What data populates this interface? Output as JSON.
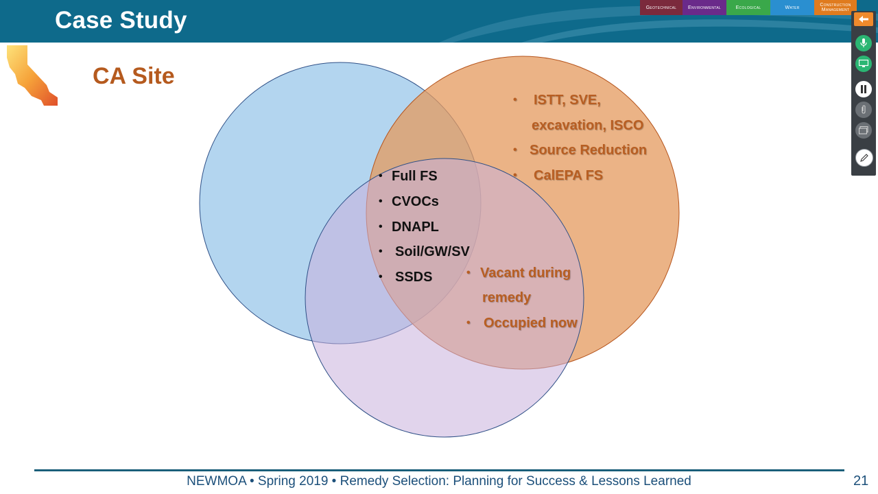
{
  "header": {
    "title": "Case Study",
    "categories": [
      {
        "label": "Geotechnical",
        "color": "#7b2a3c"
      },
      {
        "label": "Environmental",
        "color": "#6a2a8a"
      },
      {
        "label": "Ecological",
        "color": "#3aa84a"
      },
      {
        "label": "Water",
        "color": "#2a8fd0"
      },
      {
        "label": "Construction Management",
        "color": "#e07b1e"
      }
    ]
  },
  "slide": {
    "subtitle": "CA Site",
    "center_bullets": [
      "Full FS",
      "CVOCs",
      "DNAPL",
      "Soil/GW/SV",
      "SSDS"
    ],
    "orange_bullets": [
      "ISTT, SVE,",
      "excavation, ISCO",
      "Source Reduction",
      "CalEPA FS"
    ],
    "lower_bullets": [
      "Vacant during",
      "remedy",
      "Occupied now"
    ],
    "circle_colors": {
      "blue": "#9ec9ea",
      "orange": "#e49a5d",
      "purple": "#c9b0dc"
    }
  },
  "footer": {
    "text": "NEWMOA  • Spring 2019 • Remedy Selection: Planning for Success & Lessons Learned",
    "page": "21"
  },
  "toolbar": {
    "items": [
      "back-arrow-icon",
      "microphone-icon",
      "screen-icon",
      "pause-icon",
      "attachment-icon",
      "window-icon",
      "pen-icon"
    ]
  }
}
